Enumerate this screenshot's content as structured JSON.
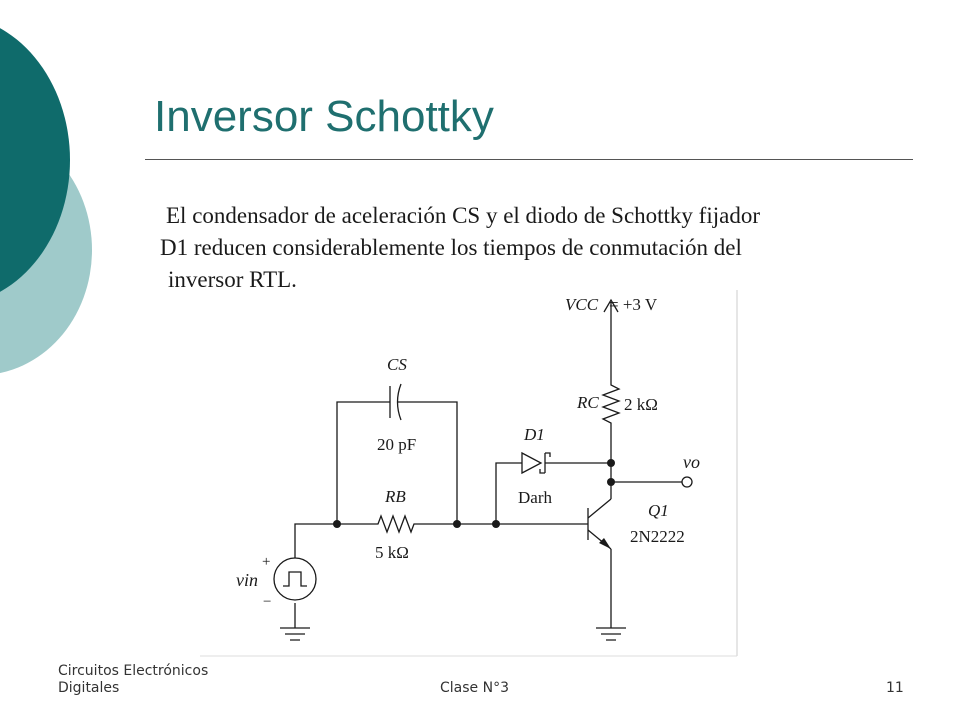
{
  "slide": {
    "title": "Inversor Schottky",
    "body_lines": [
      "El condensador de aceleración CS y el diodo de Schottky fijador",
      "D1 reducen considerablemente los tiempos de conmutación del",
      "inversor RTL."
    ]
  },
  "circuit": {
    "vcc_label": "VCC",
    "vcc_value": "= +3 V",
    "rc_label": "RC",
    "rc_value": "2 kΩ",
    "cs_label": "CS",
    "cs_value": "20 pF",
    "rb_label": "RB",
    "rb_value": "5 kΩ",
    "d1_label": "D1",
    "d1_type": "Darh",
    "q1_label": "Q1",
    "q1_type": "2N2222",
    "vo_label": "vo",
    "vin_label": "vin",
    "plus_sign": "+",
    "minus_sign": "−"
  },
  "footer": {
    "course": "Circuitos Electrónicos Digitales",
    "class": "Clase N°3",
    "page": "11"
  },
  "colors": {
    "title": "#1f6f6f",
    "deco_dark": "#0f6b6b",
    "deco_light": "#9fcaca"
  }
}
